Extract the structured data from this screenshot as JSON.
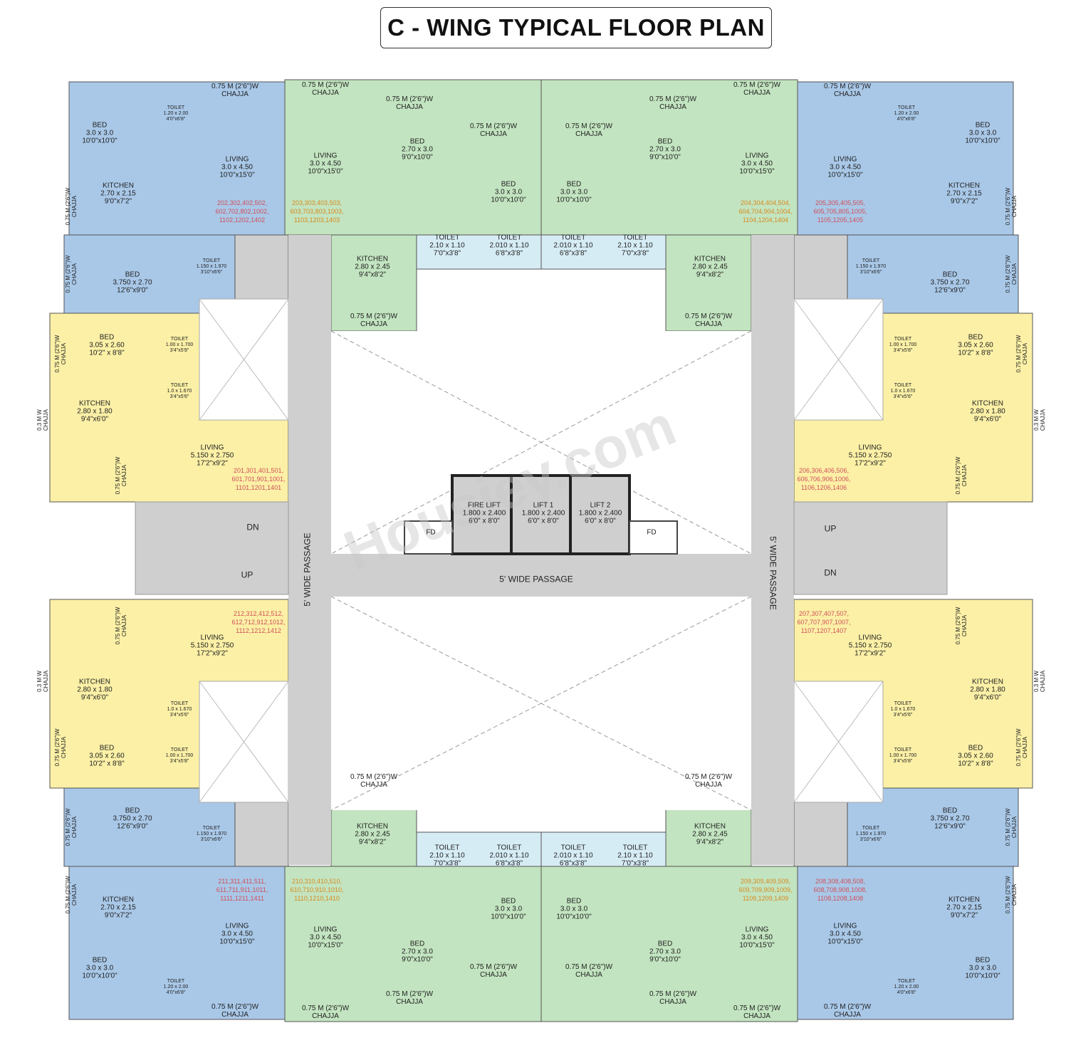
{
  "title": "C - WING TYPICAL FLOOR PLAN",
  "watermark": "Housiey.com",
  "colors": {
    "unit_blue": "#a9c8e8",
    "unit_green": "#c2e4c0",
    "unit_yellow": "#fbf0a6",
    "common_grey": "#cfcfcf",
    "toilet_blue": "#d6ecf5",
    "unit_no_red": "#d0505a",
    "unit_no_orange": "#d88a20"
  },
  "common": {
    "passage_left": "5' WIDE PASSAGE",
    "passage_center": "5' WIDE PASSAGE",
    "passage_right": "5' WIDE PASSAGE",
    "stair_left_dn": "DN",
    "stair_left_up": "UP",
    "stair_right_up": "UP",
    "stair_right_dn": "DN",
    "fire_lift": "FIRE LIFT\n1.800 x 2.400\n6'0\" x 8'0\"",
    "lift_1": "LIFT 1\n1.800 x 2.400\n6'0\" x 8'0\"",
    "lift_2": "LIFT 2\n1.800 x 2.400\n6'0\" x 8'0\"",
    "fd_left": "FD",
    "fd_right": "FD"
  },
  "quadrants": {
    "top_left": {
      "units": {
        "blue": "202,302,402,502,\n602,702,802,1002,\n1102,1202,1402",
        "green": "203,303,403,503,\n603,703,803,1003,\n1103,1203,1403",
        "yellow": "201,301,401,501,\n601,701,901,1001,\n1101,1201,1401"
      }
    },
    "top_right": {
      "units": {
        "blue": "205,305,405,505,\n605,705,805,1005,\n1105,1205,1405",
        "green": "204,304,404,504,\n604,704,904,1004,\n1104,1204,1404",
        "yellow": "206,306,406,506,\n606,706,906,1006,\n1106,1206,1406"
      }
    },
    "bottom_left": {
      "units": {
        "blue": "211,311,411,511,\n611,711,911,1011,\n1111,1211,1411",
        "green": "210,310,410,510,\n610,710,910,1010,\n1110,1210,1410",
        "yellow": "212,312,412,512,\n612,712,912,1012,\n1112,1212,1412"
      }
    },
    "bottom_right": {
      "units": {
        "blue": "208,308,408,508,\n608,708,908,1008,\n1108,1208,1408",
        "green": "209,309,409,509,\n609,709,909,1009,\n1109,1209,1409",
        "yellow": "207,307,407,507,\n607,707,907,1007,\n1107,1207,1407"
      }
    }
  },
  "rooms": [
    "0.75 M (2'6\")W\nCHAJJA",
    "0.75 M (2'6\")W\nCHAJJA",
    "0.75 M (2'6\")W\nCHAJJA",
    "0.75 M (2'6\")W\nCHAJJA",
    "TOILET\n1.20 x 2.00\n4'0\"x6'8\"",
    "BED\n3.0 x 3.0\n10'0\"x10'0\"",
    "LIVING\n3.0 x 4.50\n10'0\"x15'0\"",
    "LIVING\n3.0 x 4.50\n10'0\"x15'0\"",
    "BED\n2.70 x 3.0\n9'0\"x10'0\"",
    "BED\n3.0 x 3.0\n10'0\"x10'0\"",
    "KITCHEN\n2.70 x 2.15\n9'0\"x7'2\"",
    "0.75 M (2'6\")W\nCHAJJA",
    "0.75 M (2'6\")W\nCHAJJA",
    "BED\n3.750 x 2.70\n12'6\"x9'0\"",
    "TOILET\n1.150 x 1.970\n3'10\"x6'6\"",
    "KITCHEN\n2.80 x 2.45\n9'4\"x8'2\"",
    "TOILET\n2.10 x 1.10\n7'0\"x3'8\"",
    "TOILET\n2.010 x 1.10\n6'8\"x3'8\"",
    "0.75 M (2'6\")W\nCHAJJA",
    "BED\n3.05 x 2.60\n10'2\" x 8'8\"",
    "TOILET\n1.00 x 1.700\n3'4\"x5'8\"",
    "TOILET\n1.0 x 1.670\n3'4\"x5'6\"",
    "KITCHEN\n2.80 x 1.80\n9'4\"x6'0\"",
    "0.3 M W\nCHAJJA",
    "0.75 M (2'6\")W\nCHAJJA",
    "0.75 M (2'6\")W\nCHAJJA",
    "LIVING\n5.150 x 2.750\n17'2\"x9'2\""
  ]
}
